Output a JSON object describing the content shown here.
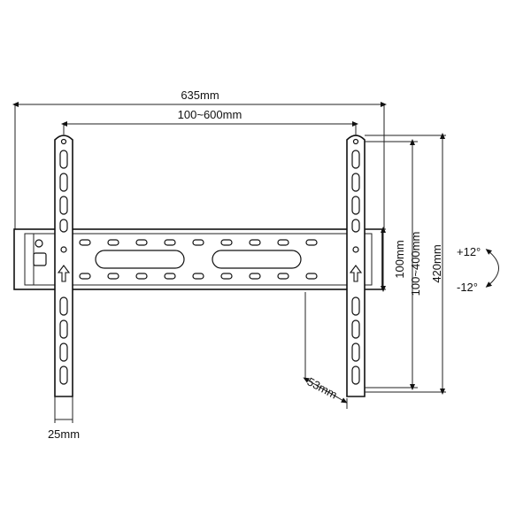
{
  "dimensions": {
    "overall_width": "635mm",
    "vesa_horizontal": "100~600mm",
    "bracket_height": "100mm",
    "vesa_vertical": "100~400mm",
    "arm_height": "420mm",
    "wall_distance": "53mm",
    "arm_width": "25mm"
  },
  "tilt": {
    "up": "+12°",
    "down": "-12°"
  },
  "colors": {
    "line": "#111111",
    "background": "#ffffff"
  }
}
